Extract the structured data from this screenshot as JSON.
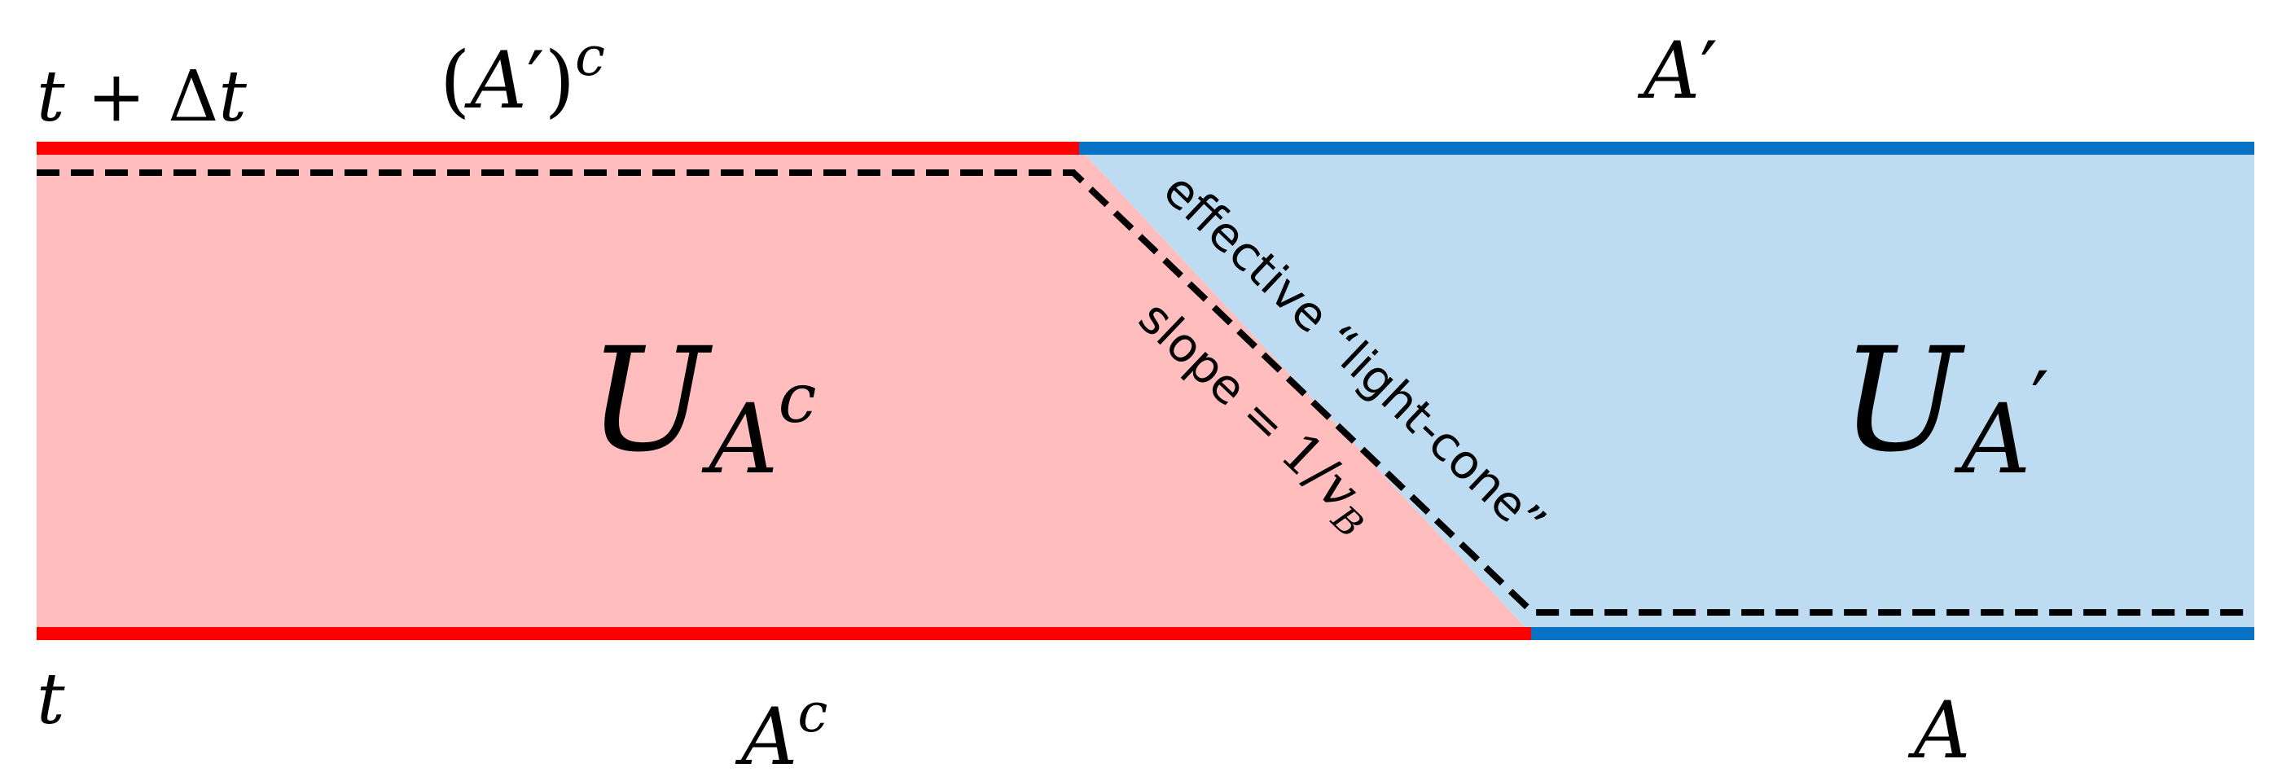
{
  "colors": {
    "red_line": "#ff0000",
    "red_fill": "#ffbdbd",
    "blue_line": "#0a72c4",
    "blue_fill": "#bedcf1",
    "dashed": "#000000"
  },
  "labels": {
    "time_top_t": "t",
    "time_top_plus": " + ",
    "time_top_delta": "Δ",
    "time_top_t2": "t",
    "time_bottom": "t",
    "top_left_open": "(",
    "top_left_A": "A",
    "top_left_prime": "′",
    "top_left_close": ")",
    "top_left_sup": "c",
    "top_right_A": "A",
    "top_right_prime": "′",
    "bottom_left_A": "A",
    "bottom_left_sup": "c",
    "bottom_right": "A",
    "op_left_U": "U",
    "op_left_sub_A": "A",
    "op_left_sub_sup": "c",
    "op_right_U": "U",
    "op_right_sub_A": "A",
    "op_right_sub_prime": "′",
    "lightcone_text": "effective “light-cone”",
    "slope_text": "slope = ",
    "slope_num": "1",
    "slope_slash": "/",
    "slope_v": "v",
    "slope_sub": "B"
  }
}
